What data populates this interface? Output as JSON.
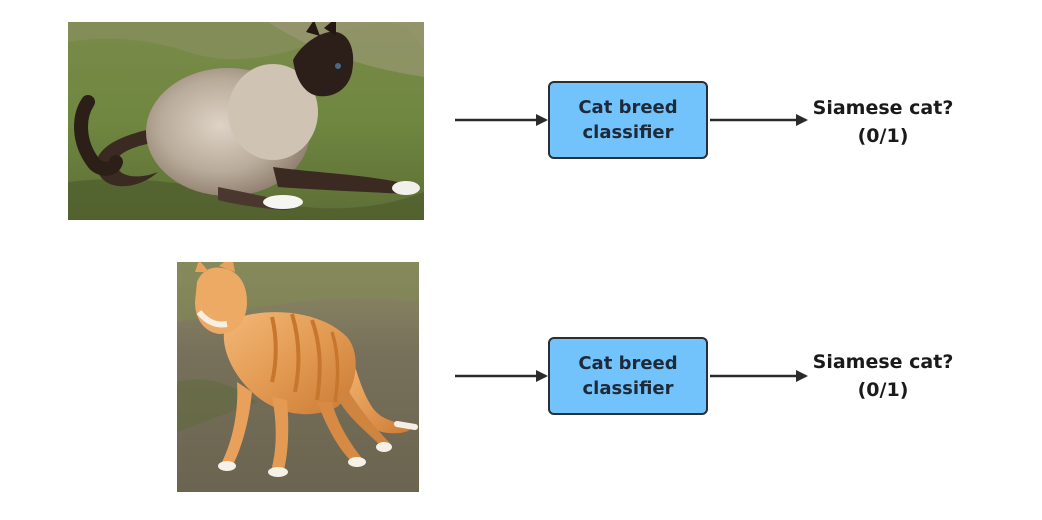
{
  "rows": [
    {
      "classifier": {
        "line1": "Cat breed",
        "line2": "classifier"
      },
      "output": {
        "line1": "Siamese cat?",
        "line2": "(0/1)"
      },
      "arrow_color": "#2b2b2b"
    },
    {
      "classifier": {
        "line1": "Cat breed",
        "line2": "classifier"
      },
      "output": {
        "line1": "Siamese cat?",
        "line2": "(0/1)"
      },
      "arrow_color": "#2b2b2b"
    }
  ],
  "colors": {
    "classifier_fill": "#72c2fb",
    "classifier_border": "#2a2f36",
    "text": "#1a1a1a"
  },
  "icons": [
    "siamese-cat-photo",
    "orange-tabby-cat-photo"
  ]
}
